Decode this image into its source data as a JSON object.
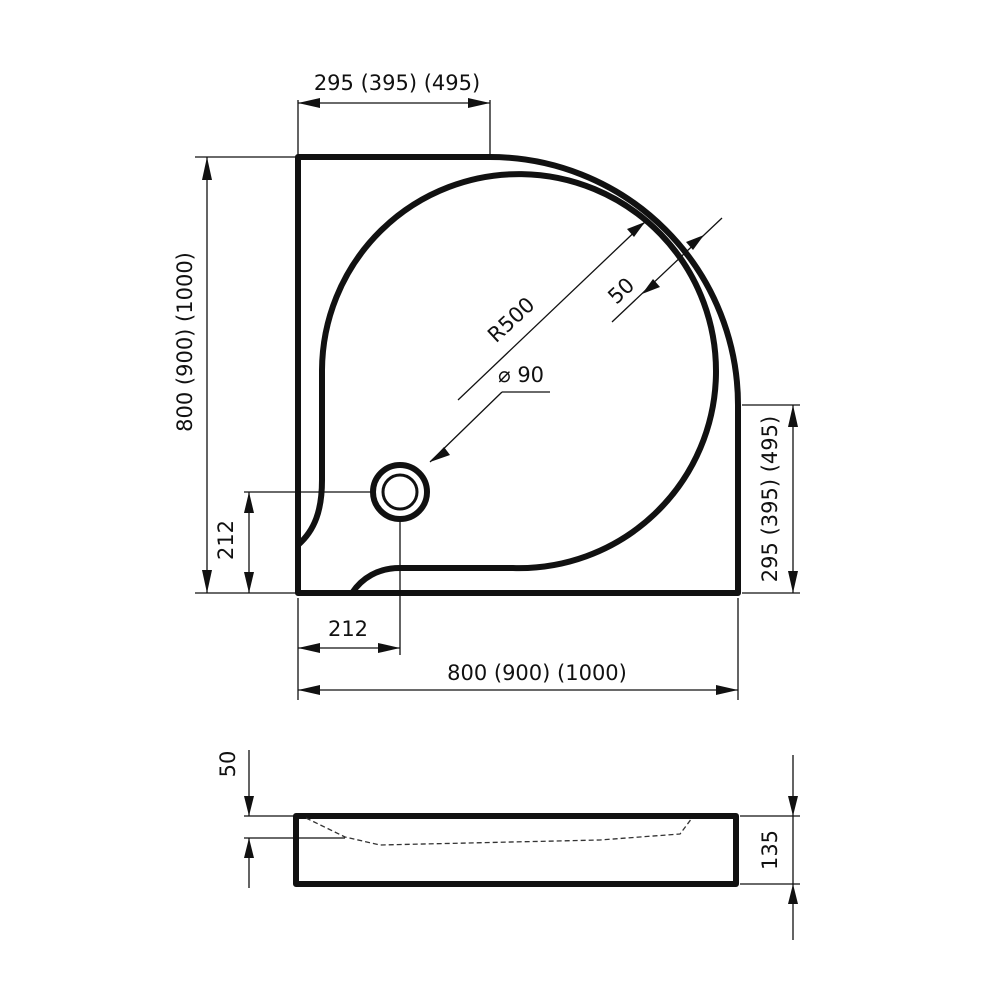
{
  "labels": {
    "top_width": "295 (395) (495)",
    "left_height": "800 (900) (1000)",
    "right_height": "295 (395) (495)",
    "radius": "R500",
    "rim": "50",
    "drain": "⌀ 90",
    "drain_y": "212",
    "drain_x": "212",
    "bottom_width": "800 (900) (1000)",
    "side_depth": "50",
    "side_height": "135"
  }
}
